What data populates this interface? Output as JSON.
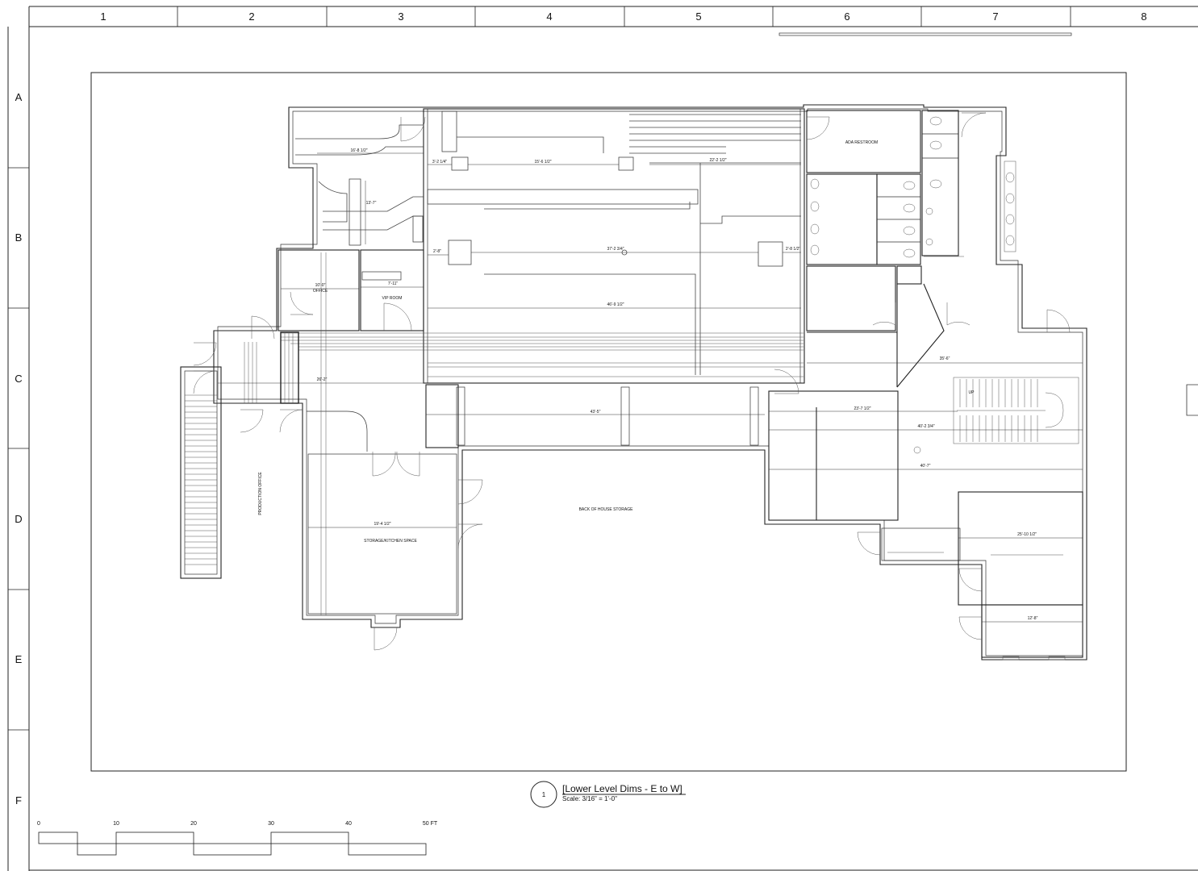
{
  "sheet": {
    "grid_columns": [
      "1",
      "2",
      "3",
      "4",
      "5",
      "6",
      "7",
      "8"
    ],
    "grid_rows": [
      "A",
      "B",
      "C",
      "D",
      "E",
      "F"
    ]
  },
  "rooms": {
    "ada_restroom": "ADA RESTROOM",
    "office": "OFFICE",
    "vip_room": "VIP ROOM",
    "production_office": "PRODUCTION OFFICE",
    "back_of_house_storage": "BACK OF HOUSE STORAGE",
    "storage_kitchen": "STORAGE/KITCHEN SPACE",
    "stair_up": "UP"
  },
  "dimensions": {
    "d1": "16'-8 1/2\"",
    "d2": "3'-2 1/4\"",
    "d3": "15'-6 1/2\"",
    "d4": "22'-2 1/2\"",
    "d5": "13'-7\"",
    "d6": "2'-8\"",
    "d7": "37'-2 3/4\"",
    "d8": "2'-8 1/2\"",
    "d9": "10'-0\"",
    "d10": "7'-11\"",
    "d11": "46'-9 1/2\"",
    "d12": "26'-2\"",
    "d13": "35'-6\"",
    "d14": "43'-5\"",
    "d15": "23'-7 1/2\"",
    "d16": "40'-2 3/4\"",
    "d17": "40'-7\"",
    "d18": "19'-4 1/2\"",
    "d19": "25'-10 1/2\"",
    "d20": "12'-8\""
  },
  "title_block": {
    "number": "1",
    "title": "[Lower Level Dims - E to W]",
    "scale": "Scale: 3/16\" = 1'-0\""
  },
  "scale_bar": {
    "ticks": [
      "0",
      "10",
      "20",
      "30",
      "40",
      "50 FT"
    ]
  }
}
